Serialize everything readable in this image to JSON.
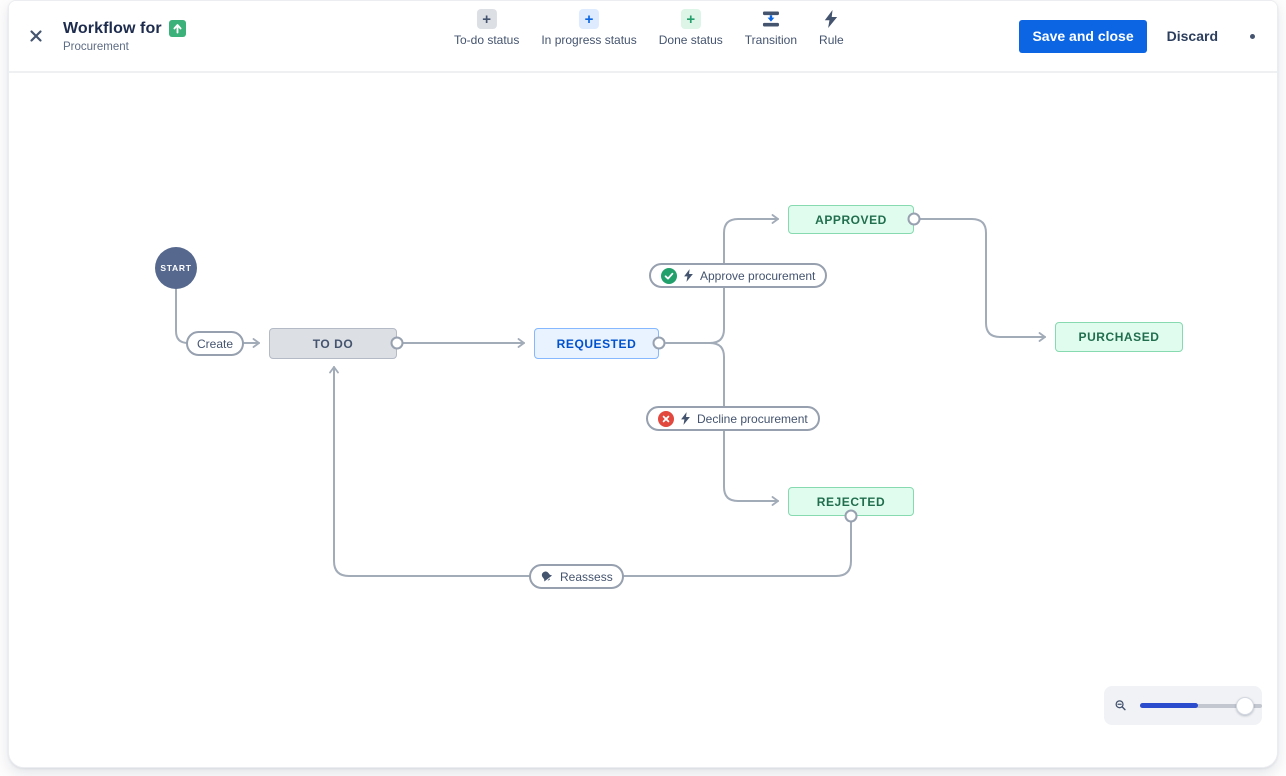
{
  "window": {
    "title": "Workflow for",
    "subtitle": "Procurement"
  },
  "toolbar": {
    "items": [
      {
        "label": "To-do status"
      },
      {
        "label": "In progress status"
      },
      {
        "label": "Done status"
      },
      {
        "label": "Transition"
      },
      {
        "label": "Rule"
      }
    ]
  },
  "actions": {
    "save": "Save and close",
    "discard": "Discard"
  },
  "glyphs": {
    "plus": "+"
  },
  "diagram": {
    "start": "START",
    "statuses": [
      {
        "label": "TO DO",
        "category": "todo"
      },
      {
        "label": "REQUESTED",
        "category": "in-progress"
      },
      {
        "label": "APPROVED",
        "category": "done"
      },
      {
        "label": "REJECTED",
        "category": "done"
      },
      {
        "label": "PURCHASED",
        "category": "done"
      }
    ],
    "transitions": [
      {
        "label": "Create",
        "from": "START",
        "to": "TO DO"
      },
      {
        "label": "Approve procurement",
        "from": "REQUESTED",
        "to": "APPROVED",
        "rule_icon": "check-circle"
      },
      {
        "label": "Decline procurement",
        "from": "REQUESTED",
        "to": "REJECTED",
        "rule_icon": "x-circle"
      },
      {
        "label": "Reassess",
        "from": "REJECTED",
        "to": "TO DO",
        "rule_icon": "bell"
      }
    ]
  },
  "colors": {
    "accent_blue": "#0c66e4",
    "line_gray": "#a2abb8",
    "todo_bg": "#dcdfe4",
    "inprogress_bg": "#e9f2ff",
    "done_bg": "#e0fcee",
    "done_green": "#22a06b",
    "decline_red": "#e2483d",
    "start_node": "#56688d"
  }
}
